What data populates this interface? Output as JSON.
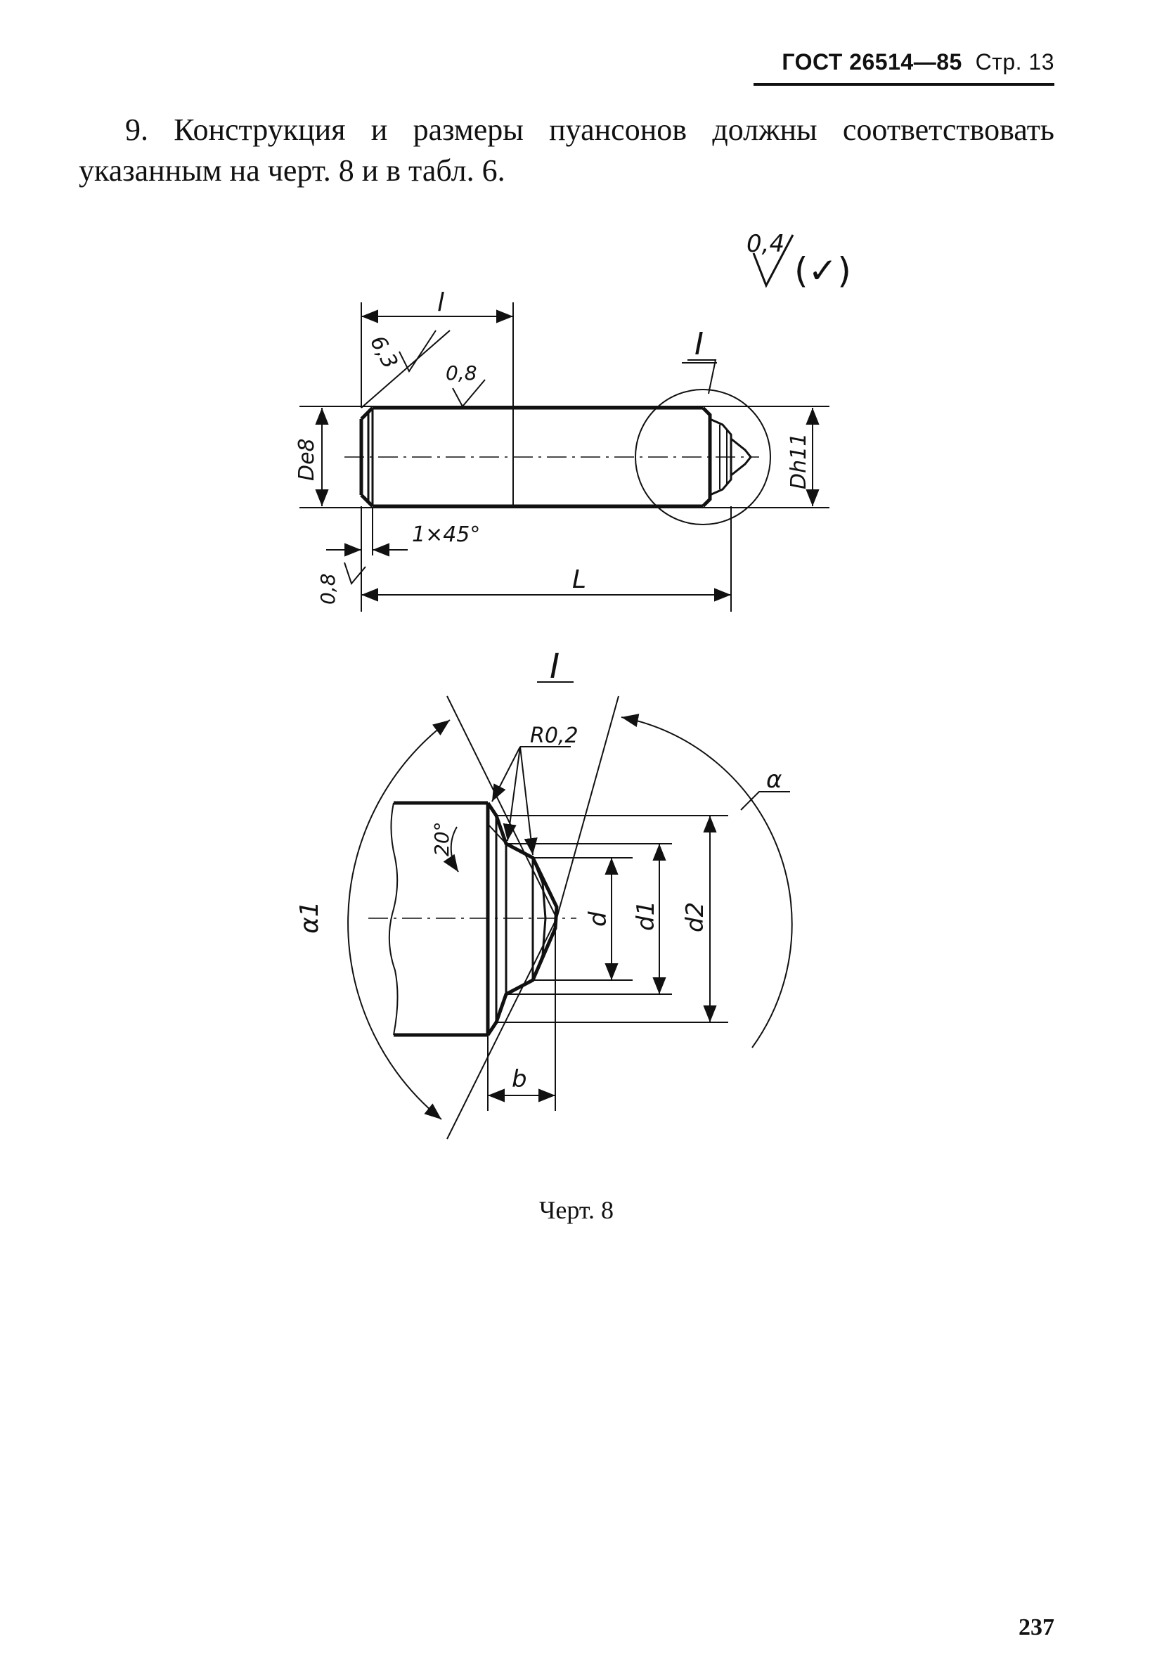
{
  "header": {
    "gost": "ГОСТ 26514—85",
    "page_label": "Стр. 13"
  },
  "paragraph": {
    "line1": "9. Конструкция и размеры пуансонов должны соответствовать",
    "line2": "указанным на черт. 8 и в табл. 6."
  },
  "drawing_labels": {
    "roughness_general": "0,4",
    "roughness_bracket": "(✓)",
    "length_l": "l",
    "length_L": "L",
    "roughness_63": "6,3",
    "roughness_08_top": "0,8",
    "roughness_08_bottom": "0,8",
    "diameter_left": "De8",
    "diameter_right": "Dh11",
    "chamfer": "1×45°",
    "detail_mark_top": "I",
    "detail_mark_title": "I",
    "radius": "R0,2",
    "alpha": "α",
    "alpha1": "α1",
    "angle_20": "20°",
    "d": "d",
    "d1": "d1",
    "d2": "d2",
    "b": "b"
  },
  "caption": "Черт. 8",
  "page_number": "237"
}
